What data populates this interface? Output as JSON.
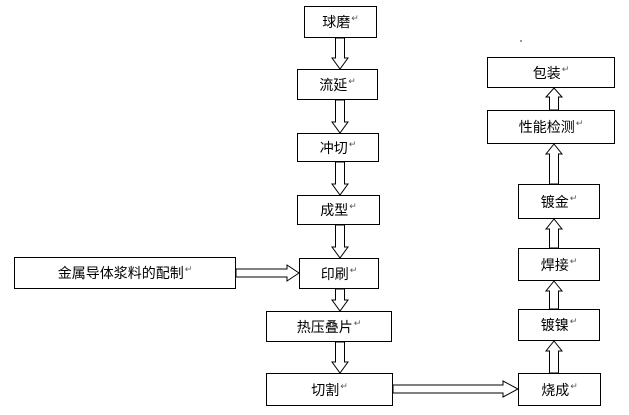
{
  "return_mark": "↵",
  "left_column": [
    "球磨",
    "流延",
    "冲切",
    "成型",
    "印刷",
    "热压叠片",
    "切割"
  ],
  "side_input": "金属导体浆料的配制",
  "right_column": [
    "烧成",
    "镀镍",
    "焊接",
    "镀金",
    "性能检测",
    "包装"
  ]
}
